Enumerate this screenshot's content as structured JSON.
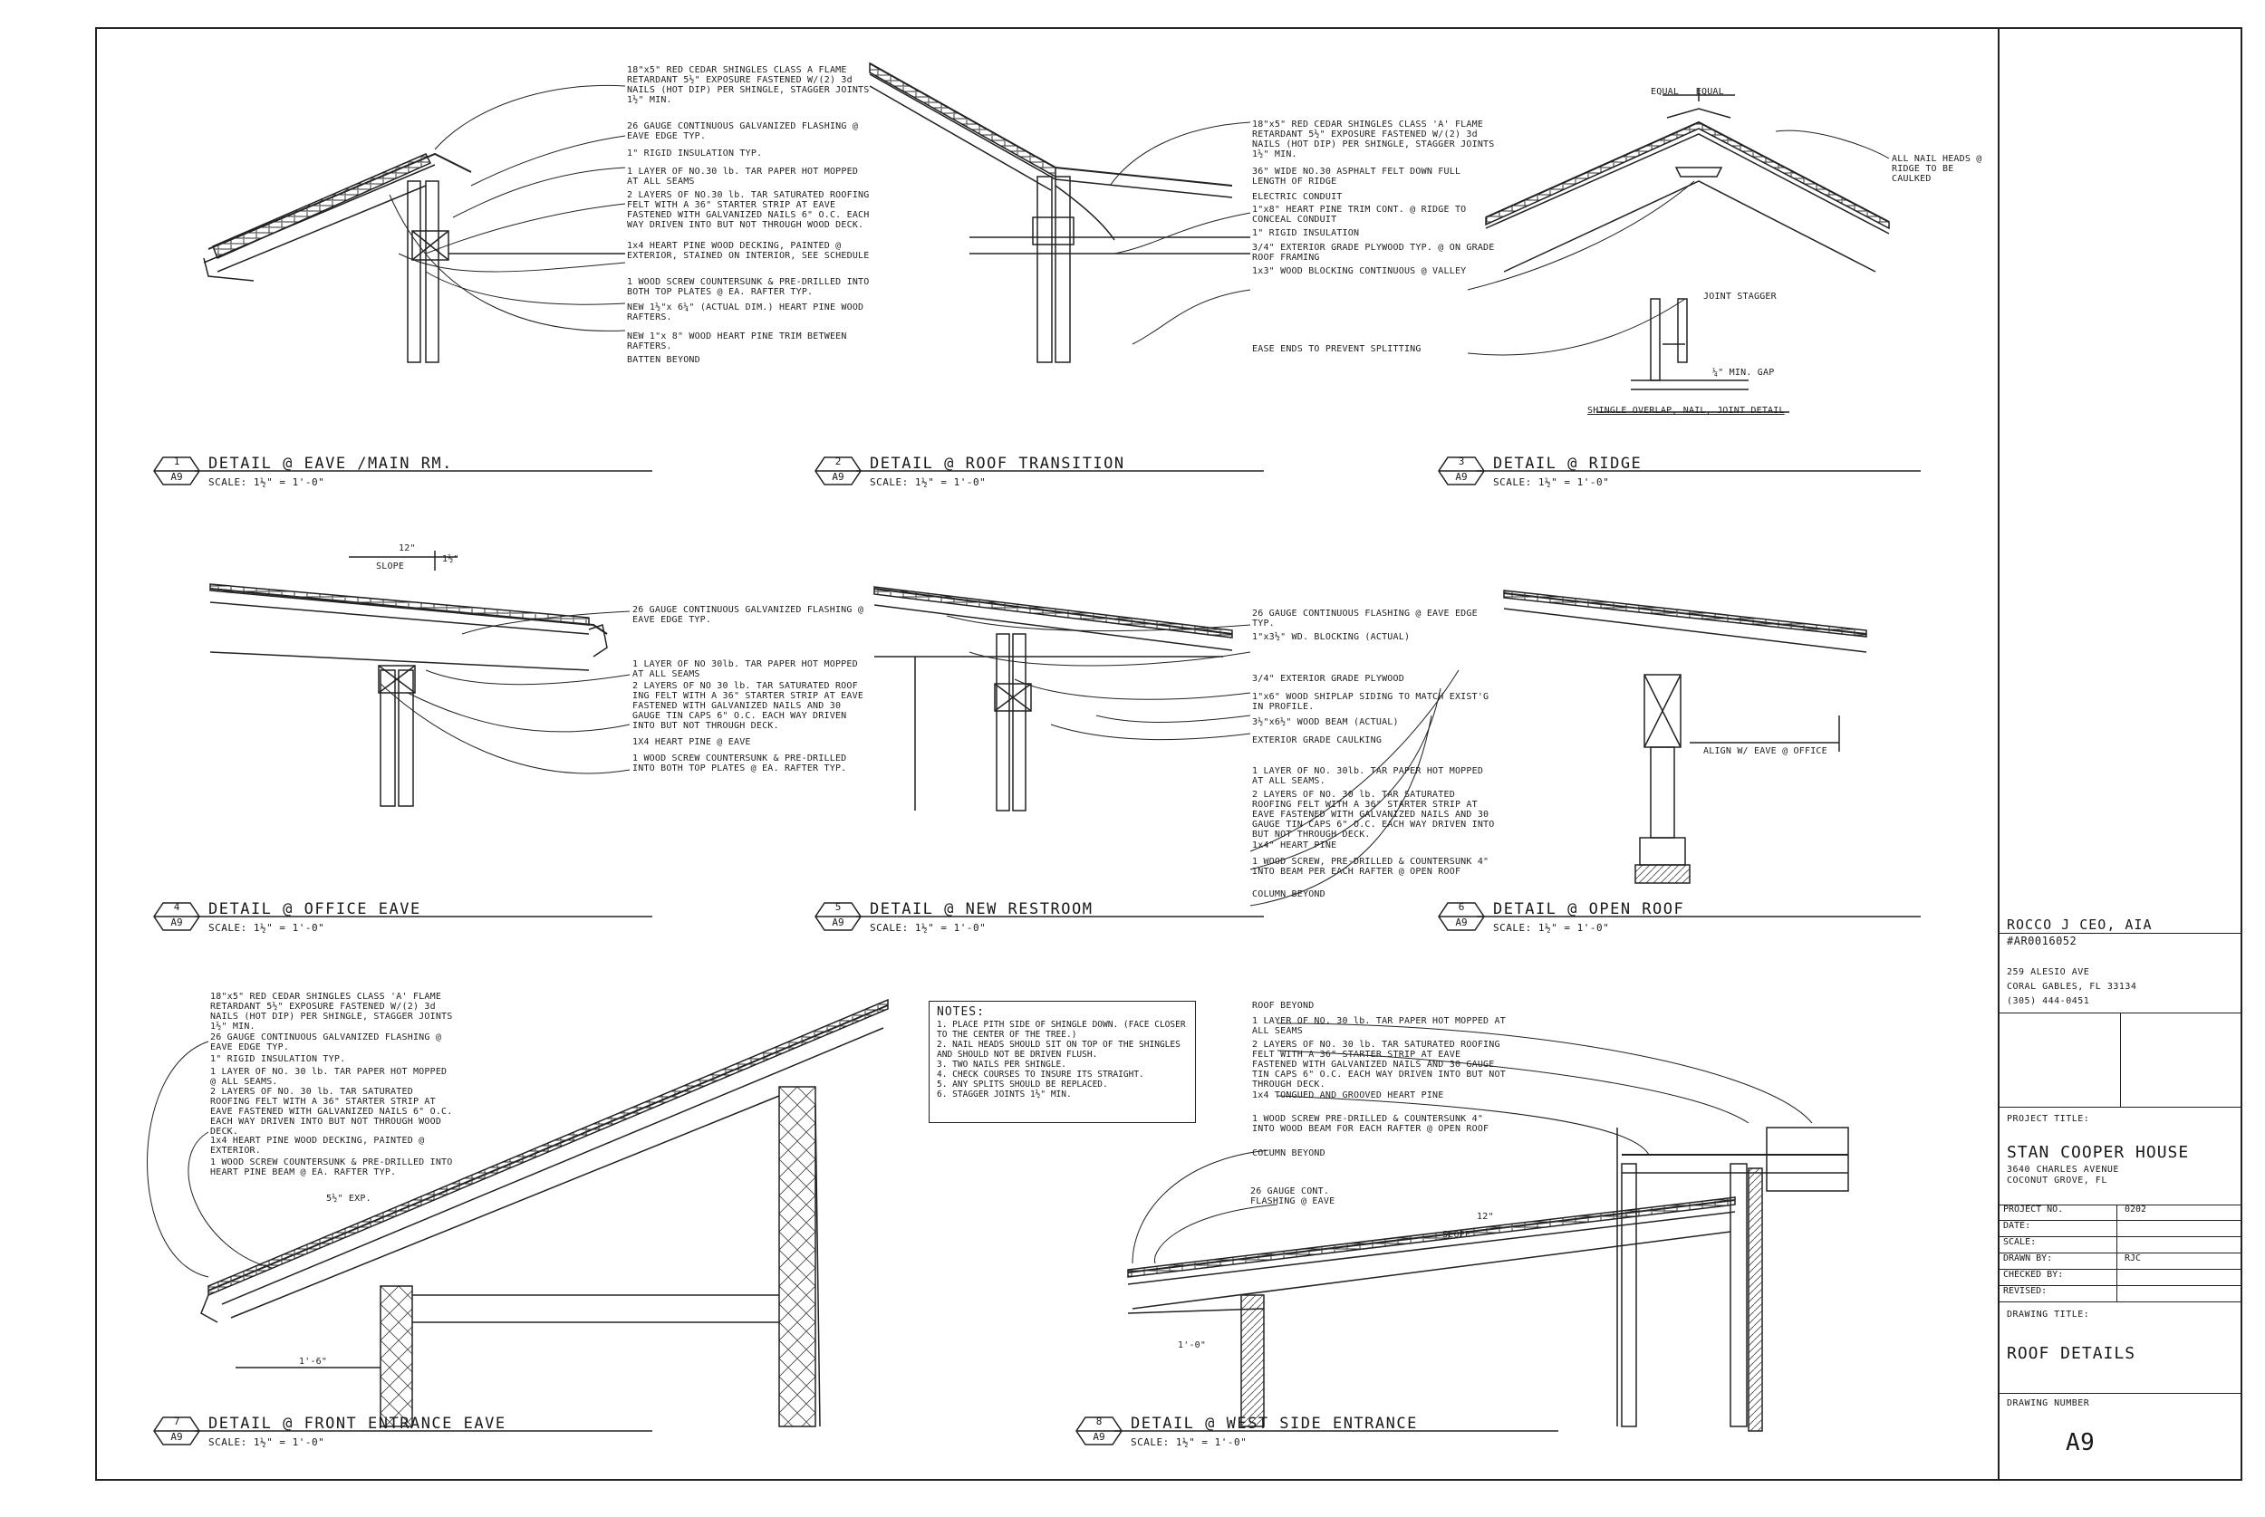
{
  "sheet": {
    "architect": "ROCCO J CEO, AIA",
    "license": "#AR0016052",
    "address_line1": "259 ALESIO AVE",
    "address_line2": "CORAL GABLES, FL 33134",
    "phone": "(305) 444-0451",
    "project_title_label": "PROJECT TITLE:",
    "project_name": "STAN COOPER HOUSE",
    "project_address1": "3640 CHARLES AVENUE",
    "project_address2": "COCONUT GROVE, FL",
    "fields": [
      {
        "key": "PROJECT NO.",
        "value": "0202"
      },
      {
        "key": "DATE:",
        "value": ""
      },
      {
        "key": "SCALE:",
        "value": ""
      },
      {
        "key": "DRAWN BY:",
        "value": "RJC"
      },
      {
        "key": "CHECKED BY:",
        "value": ""
      },
      {
        "key": "REVISED:",
        "value": ""
      }
    ],
    "drawing_title_label": "DRAWING TITLE:",
    "drawing_title": "ROOF DETAILS",
    "drawing_number_label": "DRAWING NUMBER",
    "drawing_number": "A9"
  },
  "details": [
    {
      "num": "1",
      "sheet": "A9",
      "title": "DETAIL @ EAVE /MAIN RM.",
      "scale": "SCALE: 1½\" = 1'-0\""
    },
    {
      "num": "2",
      "sheet": "A9",
      "title": "DETAIL @ ROOF TRANSITION",
      "scale": "SCALE: 1½\" = 1'-0\""
    },
    {
      "num": "3",
      "sheet": "A9",
      "title": "DETAIL @ RIDGE",
      "scale": "SCALE: 1½\" = 1'-0\""
    },
    {
      "num": "4",
      "sheet": "A9",
      "title": "DETAIL @ OFFICE EAVE",
      "scale": "SCALE: 1½\" = 1'-0\""
    },
    {
      "num": "5",
      "sheet": "A9",
      "title": "DETAIL @ NEW RESTROOM",
      "scale": "SCALE: 1½\" = 1'-0\""
    },
    {
      "num": "6",
      "sheet": "A9",
      "title": "DETAIL @ OPEN ROOF",
      "scale": "SCALE: 1½\" = 1'-0\""
    },
    {
      "num": "7",
      "sheet": "A9",
      "title": "DETAIL @ FRONT ENTRANCE EAVE",
      "scale": "SCALE: 1½\" = 1'-0\""
    },
    {
      "num": "8",
      "sheet": "A9",
      "title": "DETAIL @ WEST SIDE ENTRANCE",
      "scale": "SCALE: 1½\" = 1'-0\""
    }
  ],
  "notes": {
    "heading": "NOTES:",
    "items": [
      "1. PLACE PITH SIDE OF SHINGLE DOWN. (FACE CLOSER TO THE CENTER OF THE TREE.)",
      "2. NAIL HEADS SHOULD SIT ON TOP OF THE SHINGLES AND SHOULD NOT BE DRIVEN FLUSH.",
      "3. TWO NAILS PER SHINGLE.",
      "4. CHECK COURSES TO INSURE ITS STRAIGHT.",
      "5. ANY SPLITS SHOULD BE REPLACED.",
      "6. STAGGER JOINTS 1½\" MIN."
    ]
  },
  "callouts": {
    "d1": [
      "18\"x5\" RED CEDAR SHINGLES CLASS A FLAME RETARDANT 5½\" EXPOSURE FASTENED W/(2) 3d NAILS (HOT DIP) PER SHINGLE, STAGGER JOINTS 1½\" MIN.",
      "26 GAUGE CONTINUOUS GALVANIZED FLASHING @ EAVE EDGE TYP.",
      "1\" RIGID INSULATION TYP.",
      "1 LAYER OF NO.30 lb. TAR PAPER HOT MOPPED AT ALL SEAMS",
      "2 LAYERS OF NO.30 lb. TAR SATURATED ROOFING FELT WITH A 36\" STARTER STRIP AT EAVE FASTENED WITH GALVANIZED NAILS 6\" O.C. EACH WAY DRIVEN INTO BUT NOT THROUGH WOOD DECK.",
      "1x4 HEART PINE WOOD DECKING, PAINTED @ EXTERIOR, STAINED ON INTERIOR, SEE SCHEDULE",
      "1 WOOD SCREW COUNTERSUNK & PRE-DRILLED INTO BOTH TOP PLATES @ EA. RAFTER TYP.",
      "NEW 1½\"x 6¼\" (ACTUAL DIM.) HEART PINE WOOD RAFTERS.",
      "NEW 1\"x 8\" WOOD HEART PINE TRIM BETWEEN RAFTERS.",
      "BATTEN BEYOND"
    ],
    "d3": [
      "18\"x5\" RED CEDAR SHINGLES CLASS 'A' FLAME RETARDANT 5½\" EXPOSURE FASTENED W/(2) 3d NAILS (HOT DIP) PER SHINGLE, STAGGER JOINTS 1½\" MIN.",
      "36\" WIDE NO.30 ASPHALT FELT DOWN FULL LENGTH OF RIDGE",
      "ELECTRIC CONDUIT",
      "1\"x8\" HEART PINE TRIM CONT. @ RIDGE TO CONCEAL CONDUIT",
      "1\" RIGID INSULATION",
      "3/4\" EXTERIOR GRADE PLYWOOD TYP. @ ON GRADE ROOF FRAMING",
      "1x3\" WOOD BLOCKING CONTINUOUS @ VALLEY",
      "EASE ENDS TO PREVENT SPLITTING"
    ],
    "d3_right": "ALL NAIL HEADS @ RIDGE TO BE CAULKED",
    "d3_top": "EQUAL   EQUAL",
    "d3_joint": "JOINT STAGGER",
    "d3_gap": "¼\" MIN. GAP",
    "d3_detail": "SHINGLE OVERLAP, NAIL, JOINT DETAIL",
    "d4": [
      "26 GAUGE CONTINUOUS GALVANIZED FLASHING @ EAVE EDGE TYP.",
      "1 LAYER OF NO 30lb. TAR PAPER HOT MOPPED AT ALL SEAMS",
      "2 LAYERS OF NO 30 lb. TAR SATURATED ROOF ING FELT WITH A 36\" STARTER STRIP AT EAVE FASTENED WITH GALVANIZED NAILS AND 30 GAUGE TIN CAPS 6\" O.C. EACH WAY DRIVEN INTO BUT NOT THROUGH DECK.",
      "1X4 HEART PINE @ EAVE",
      "1 WOOD SCREW COUNTERSUNK & PRE-DRILLED INTO BOTH TOP PLATES @ EA. RAFTER TYP."
    ],
    "d4_slope": "12\"",
    "d4_slope2": "SLOPE",
    "d4_rise": "1½\"",
    "d6": [
      "26 GAUGE CONTINUOUS FLASHING @ EAVE EDGE TYP.",
      "1\"x3½\" WD. BLOCKING (ACTUAL)",
      "3/4\" EXTERIOR GRADE PLYWOOD",
      "1\"x6\" WOOD SHIPLAP SIDING TO MATCH EXIST'G IN PROFILE.",
      "3½\"x6½\" WOOD BEAM (ACTUAL)",
      "EXTERIOR GRADE CAULKING",
      "1 LAYER OF NO. 30lb. TAR PAPER HOT MOPPED AT ALL SEAMS.",
      "2 LAYERS OF NO. 30 lb. TAR SATURATED ROOFING FELT WITH A 36\" STARTER STRIP AT EAVE FASTENED WITH GALVANIZED NAILS AND 30 GAUGE TIN CAPS 6\" O.C. EACH WAY DRIVEN INTO BUT NOT THROUGH DECK.",
      "1x4\" HEART PINE",
      "1 WOOD SCREW, PRE-DRILLED & COUNTERSUNK 4\" INTO BEAM PER EACH RAFTER @ OPEN ROOF",
      "COLUMN BEYOND"
    ],
    "d6_align": "ALIGN W/ EAVE @ OFFICE",
    "d7": [
      "18\"x5\" RED CEDAR SHINGLES CLASS 'A' FLAME RETARDANT 5½\" EXPOSURE FASTENED W/(2) 3d NAILS (HOT DIP) PER SHINGLE, STAGGER JOINTS 1½\" MIN.",
      "26 GAUGE CONTINUOUS GALVANIZED FLASHING @ EAVE EDGE TYP.",
      "1\" RIGID INSULATION TYP.",
      "1 LAYER OF NO. 30 lb. TAR PAPER HOT MOPPED @ ALL SEAMS.",
      "2 LAYERS OF NO. 30 lb. TAR SATURATED ROOFING FELT WITH A 36\" STARTER STRIP AT EAVE FASTENED WITH GALVANIZED NAILS 6\" O.C. EACH WAY DRIVEN INTO BUT NOT THROUGH WOOD DECK.",
      "1x4 HEART PINE WOOD DECKING, PAINTED @ EXTERIOR.",
      "1 WOOD SCREW COUNTERSUNK & PRE-DRILLED INTO HEART PINE BEAM @ EA. RAFTER TYP."
    ],
    "d7_dim": "1'-6\"",
    "d7_exp": "5½\" EXP.",
    "d8": [
      "ROOF BEYOND",
      "1 LAYER OF NO. 30 lb. TAR PAPER HOT MOPPED AT ALL SEAMS",
      "2 LAYERS OF NO. 30 lb. TAR SATURATED ROOFING FELT WITH A 36\" STARTER STRIP AT EAVE FASTENED WITH GALVANIZED NAILS AND 30 GAUGE TIN CAPS 6\" O.C. EACH WAY DRIVEN INTO BUT NOT THROUGH DECK.",
      "1x4 TONGUED AND GROOVED HEART PINE",
      "1 WOOD SCREW PRE-DRILLED & COUNTERSUNK 4\" INTO WOOD BEAM FOR EACH RAFTER @ OPEN ROOF",
      "COLUMN BEYOND"
    ],
    "d8_flash": "26 GAUGE CONT. FLASHING @ EAVE",
    "d8_slope": "12\"",
    "d8_slope2": "SLOPE",
    "d8_dim": "1'-0\""
  }
}
